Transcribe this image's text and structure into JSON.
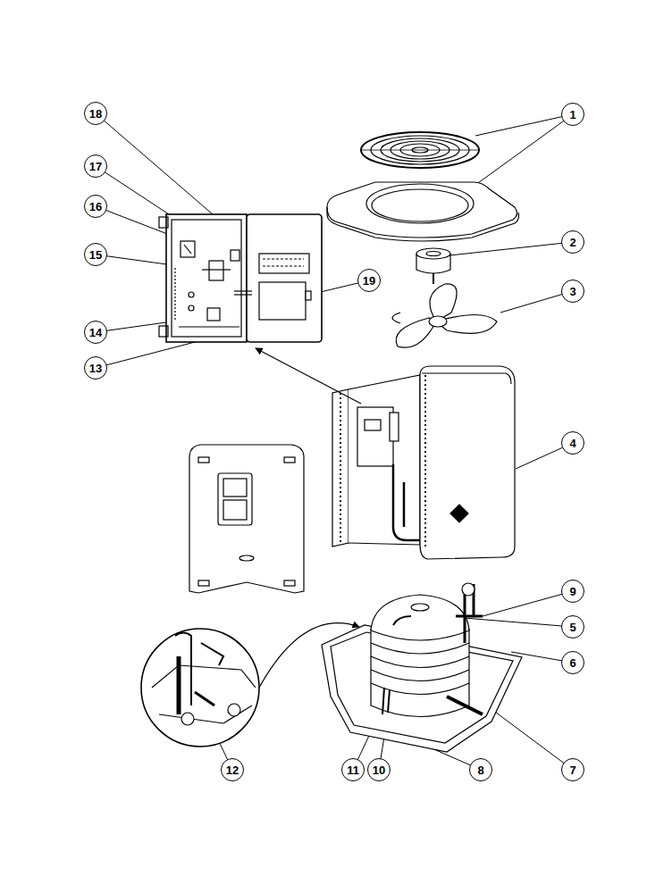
{
  "diagram": {
    "nodes": [
      {
        "text": [
          "1"
        ]
      },
      {
        "text": [
          "2"
        ]
      },
      {
        "text": [
          "3"
        ]
      },
      {
        "text": [
          "4"
        ]
      },
      {
        "text": [
          "5"
        ]
      },
      {
        "text": [
          "6"
        ]
      },
      {
        "text": [
          "7"
        ]
      },
      {
        "text": [
          "8"
        ]
      },
      {
        "text": [
          "9"
        ]
      },
      {
        "text": [
          "10"
        ]
      },
      {
        "text": [
          "11"
        ]
      },
      {
        "text": [
          "12"
        ]
      },
      {
        "text": [
          "13"
        ]
      },
      {
        "text": [
          "14"
        ]
      },
      {
        "text": [
          "15"
        ]
      },
      {
        "text": [
          "16"
        ]
      },
      {
        "text": [
          "17"
        ]
      },
      {
        "text": [
          "18"
        ]
      },
      {
        "text": [
          "19"
        ]
      }
    ]
  }
}
